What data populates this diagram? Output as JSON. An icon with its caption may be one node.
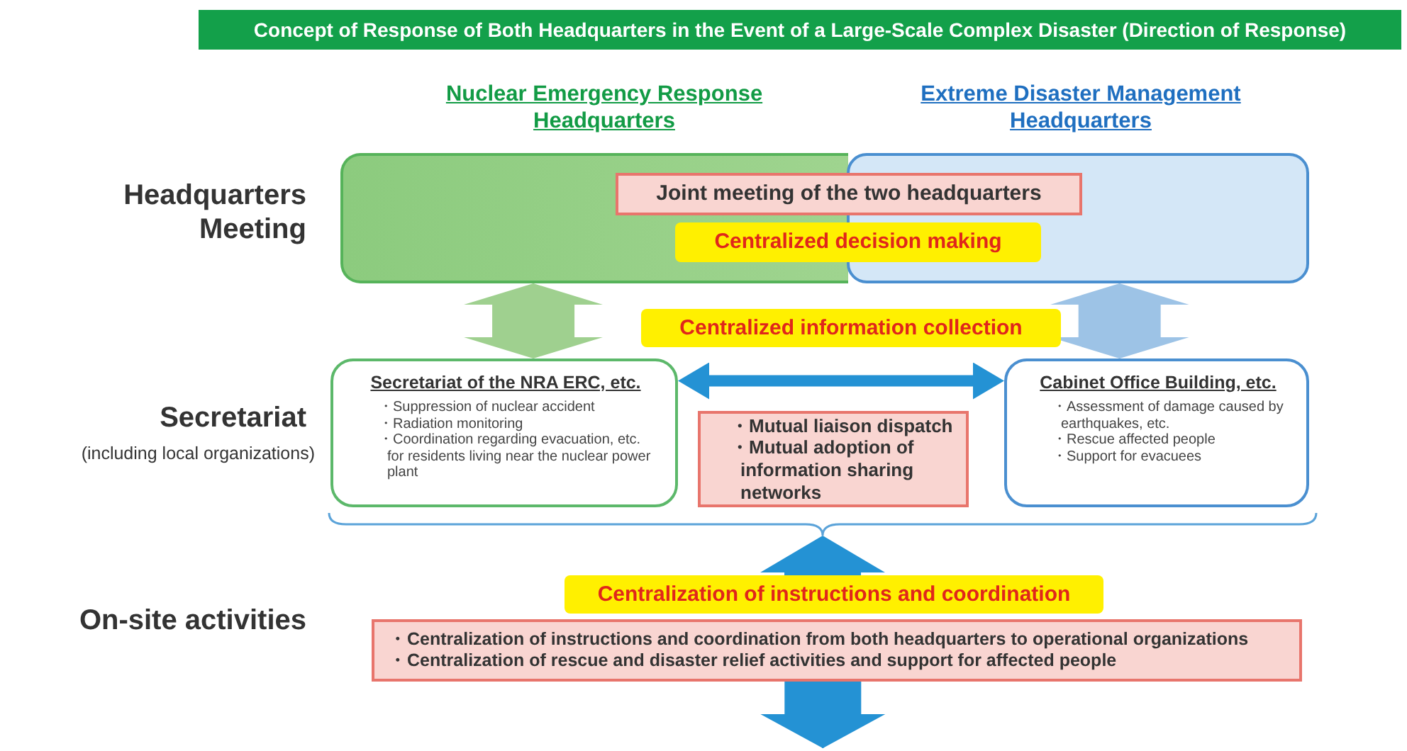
{
  "diagram": {
    "title": "Concept of Response of Both Headquarters in the Event of a Large-Scale Complex Disaster (Direction of Response)",
    "nodes": [
      {
        "text": [
          "Nuclear Emergency Response Headquarters"
        ]
      },
      {
        "text": [
          "Extreme Disaster Management Headquarters"
        ]
      },
      {
        "text": [
          "Joint meeting of the two headquarters"
        ]
      },
      {
        "text": [
          "Centralized decision making"
        ]
      },
      {
        "text": [
          "Secretariat of the NRA ERC, etc.",
          "・Suppression of nuclear accident",
          "・Radiation monitoring",
          "・Coordination regarding evacuation, etc. for residents living near the nuclear power plant"
        ]
      },
      {
        "text": [
          "Centralized information collection"
        ]
      },
      {
        "text": [
          "・Mutual liaison dispatch",
          "・Mutual adoption of information sharing networks"
        ]
      },
      {
        "text": [
          "Cabinet Office Building, etc.",
          "・Assessment of damage caused by earthquakes, etc.",
          "・Rescue affected people",
          "・Support for evacuees"
        ]
      },
      {
        "text": [],
        "shape": "bracket"
      },
      {
        "text": [
          "Centralization of instructions and coordination"
        ]
      },
      {
        "text": [
          "・Centralization of instructions and coordination from both headquarters to operational organizations",
          "・Centralization of rescue and disaster relief activities and support for affected people"
        ]
      }
    ],
    "edges": [
      {
        "from": 0,
        "to": 4,
        "arrow": "both",
        "color": "#9fd08f"
      },
      {
        "from": 1,
        "to": 7,
        "arrow": "both",
        "color": "#9dc3e6"
      },
      {
        "from": 4,
        "to": 7,
        "arrow": "both"
      },
      {
        "from": 9,
        "to": 8,
        "arrow": "to"
      },
      {
        "from": 10,
        "to": null,
        "arrow": "to"
      }
    ],
    "labels": [
      "Headquarters Meeting",
      "Secretariat",
      "(including local organizations)",
      "On-site activities"
    ]
  }
}
